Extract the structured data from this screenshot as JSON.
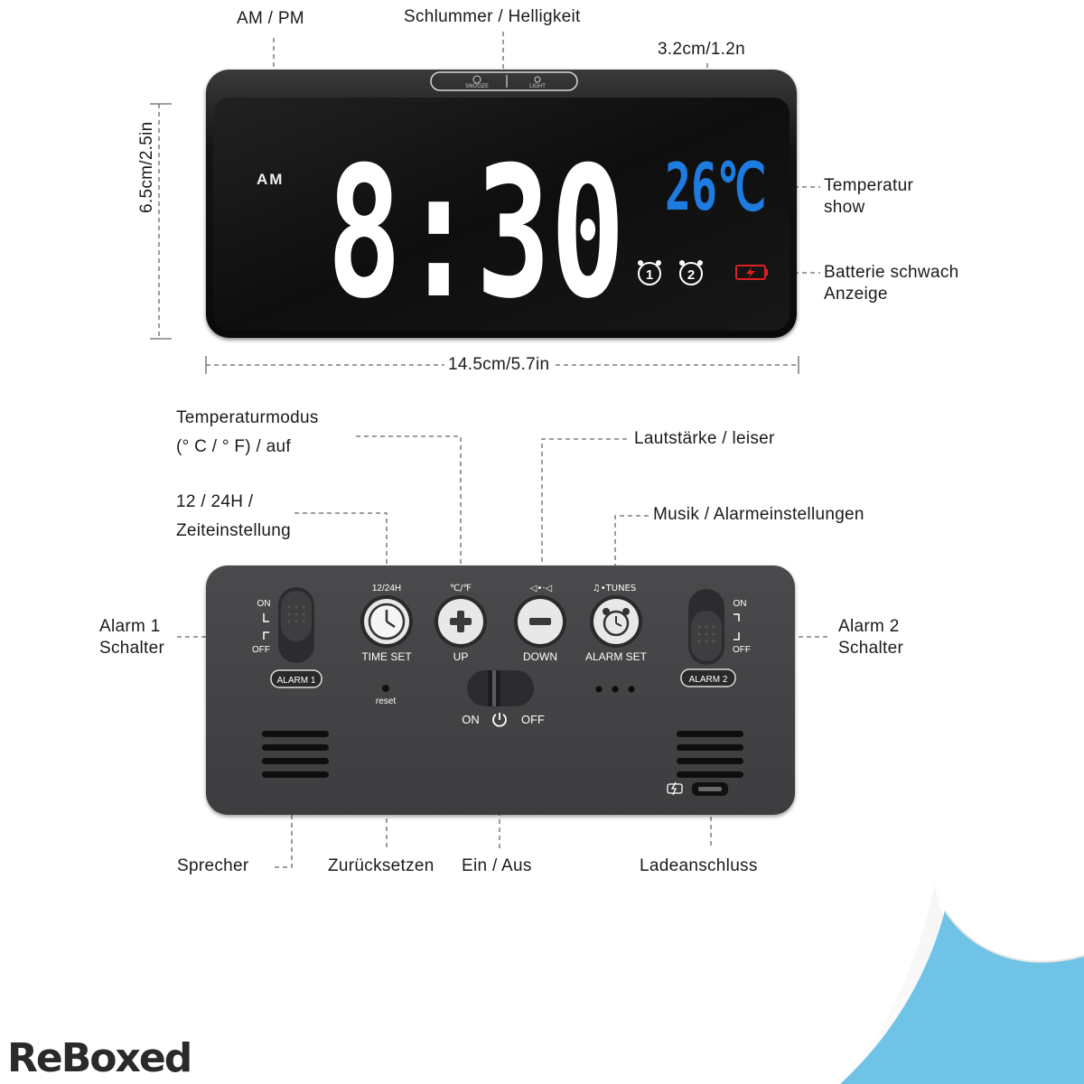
{
  "labels": {
    "ampm": "AM / PM",
    "snooze_light": "Schlummer / Helligkeit",
    "depth": "3.2cm/1.2n",
    "height": "6.5cm/2.5in",
    "width": "14.5cm/5.7in",
    "temp_show_1": "Temperatur",
    "temp_show_2": "show",
    "battery_1": "Batterie schwach",
    "battery_2": "Anzeige",
    "temp_mode_1": "Temperaturmodus",
    "temp_mode_2": "(° C / ° F) / auf",
    "volume": "Lautstärke / leiser",
    "hour_mode_1": "12 / 24H /",
    "hour_mode_2": "Zeiteinstellung",
    "music": "Musik / Alarmeinstellungen",
    "alarm1_1": "Alarm 1",
    "alarm1_2": "Schalter",
    "alarm2_1": "Alarm 2",
    "alarm2_2": "Schalter",
    "speaker": "Sprecher",
    "reset_lbl": "Zurücksetzen",
    "power": "Ein / Aus",
    "charge": "Ladeanschluss"
  },
  "front_display": {
    "ampm_text": "AM",
    "time": "8:30",
    "temperature": "26℃",
    "snooze_text": "SNOOZE",
    "light_text": "LIGHT",
    "alarm1": "1",
    "alarm2": "2"
  },
  "back_panel": {
    "on": "ON",
    "off": "OFF",
    "alarm1_tag": "ALARM 1",
    "alarm2_tag": "ALARM 2",
    "btn_1224": "12/24H",
    "btn_cf": "℃/℉",
    "btn_vol": "◁•·◁",
    "btn_tunes": "♫•TUNES",
    "time_set": "TIME SET",
    "up": "UP",
    "down": "DOWN",
    "alarm_set": "ALARM SET",
    "reset": "reset",
    "power_on": "ON",
    "power_off": "OFF"
  },
  "brand": "ReBoxed",
  "colors": {
    "temperature": "#1e7be0",
    "battery": "#e02020",
    "corner_fold": "#6ec3e6"
  }
}
